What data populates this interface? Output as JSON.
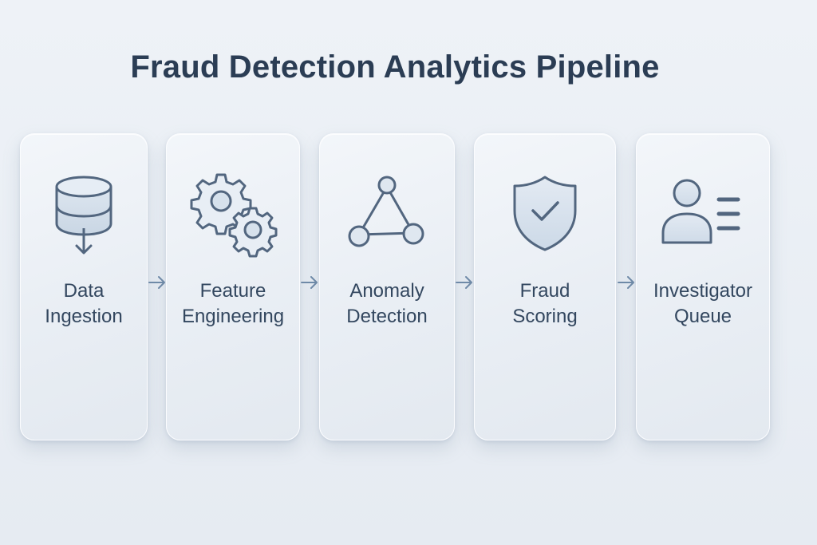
{
  "title": "Fraud Detection Analytics Pipeline",
  "colors": {
    "background": "#eaeff5",
    "card": "#edf1f6",
    "icon_stroke": "#52667f",
    "icon_fill": "#d3dfeb",
    "text": "#33475f",
    "arrow": "#6f8aa8"
  },
  "stages": [
    {
      "line1": "Data",
      "line2": "Ingestion",
      "icon": "database-download-icon"
    },
    {
      "line1": "Feature",
      "line2": "Engineering",
      "icon": "gears-icon"
    },
    {
      "line1": "Anomaly",
      "line2": "Detection",
      "icon": "network-triangle-icon"
    },
    {
      "line1": "Fraud",
      "line2": "Scoring",
      "icon": "shield-check-icon"
    },
    {
      "line1": "Investigator",
      "line2": "Queue",
      "icon": "user-list-icon"
    }
  ]
}
